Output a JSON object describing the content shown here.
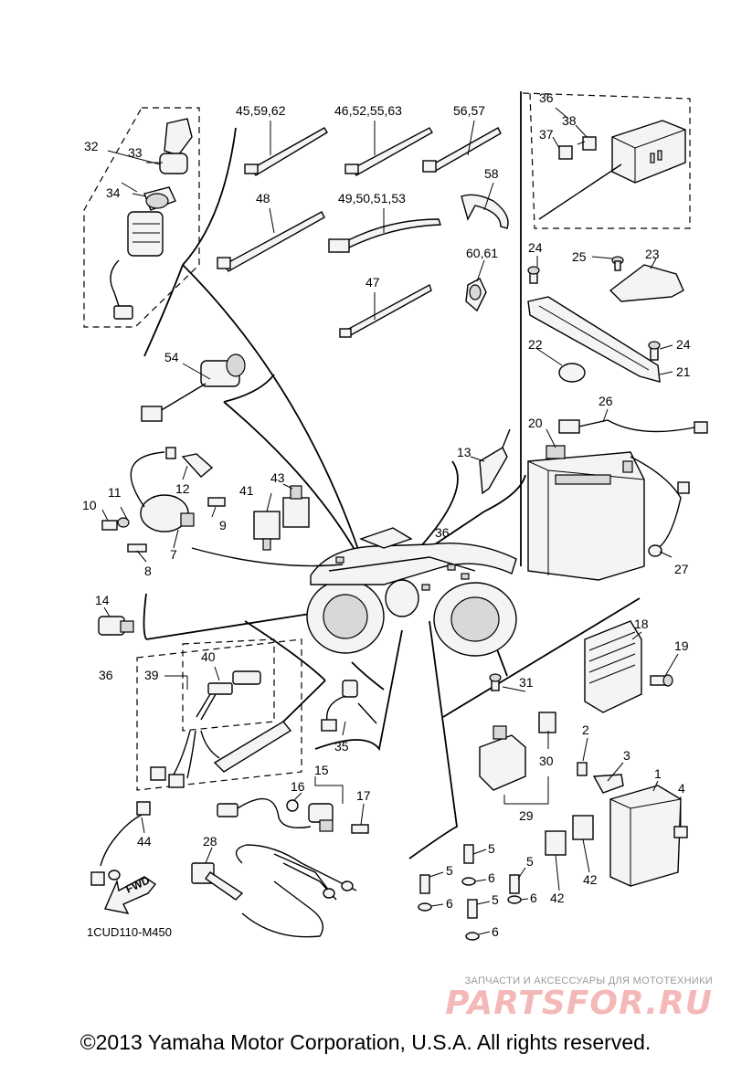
{
  "diagram": {
    "drawing_code": "1CUD110-M450",
    "fwd_label": "FWD",
    "copyright": "©2013 Yamaha Motor Corporation, U.S.A. All rights reserved.",
    "watermark": {
      "tagline": "ЗАПЧАСТИ И АКСЕССУАРЫ ДЛЯ МОТОТЕХНИКИ",
      "brand": "PARTSFOR.RU"
    },
    "callouts": {
      "c1": "1",
      "c2": "2",
      "c3": "3",
      "c4": "4",
      "c5a": "5",
      "c5b": "5",
      "c5c": "5",
      "c5d": "5",
      "c6a": "6",
      "c6b": "6",
      "c6c": "6",
      "c6d": "6",
      "c7": "7",
      "c8": "8",
      "c9": "9",
      "c10": "10",
      "c11": "11",
      "c12": "12",
      "c13": "13",
      "c14": "14",
      "c15": "15",
      "c16": "16",
      "c17": "17",
      "c18": "18",
      "c19": "19",
      "c20": "20",
      "c21": "21",
      "c22": "22",
      "c23": "23",
      "c24a": "24",
      "c24b": "24",
      "c25": "25",
      "c26": "26",
      "c27": "27",
      "c28": "28",
      "c29": "29",
      "c30": "30",
      "c31": "31",
      "c32": "32",
      "c33": "33",
      "c34": "34",
      "c35": "35",
      "c36a": "36",
      "c36b": "36",
      "c36c": "36",
      "c37": "37",
      "c38": "38",
      "c39": "39",
      "c40": "40",
      "c41": "41",
      "c42a": "42",
      "c42b": "42",
      "c43": "43",
      "c44": "44",
      "c45": "45,59,62",
      "c46": "46,52,55,63",
      "c47": "47",
      "c48": "48",
      "c49": "49,50,51,53",
      "c54": "54",
      "c56": "56,57",
      "c58": "58",
      "c60": "60,61"
    }
  }
}
